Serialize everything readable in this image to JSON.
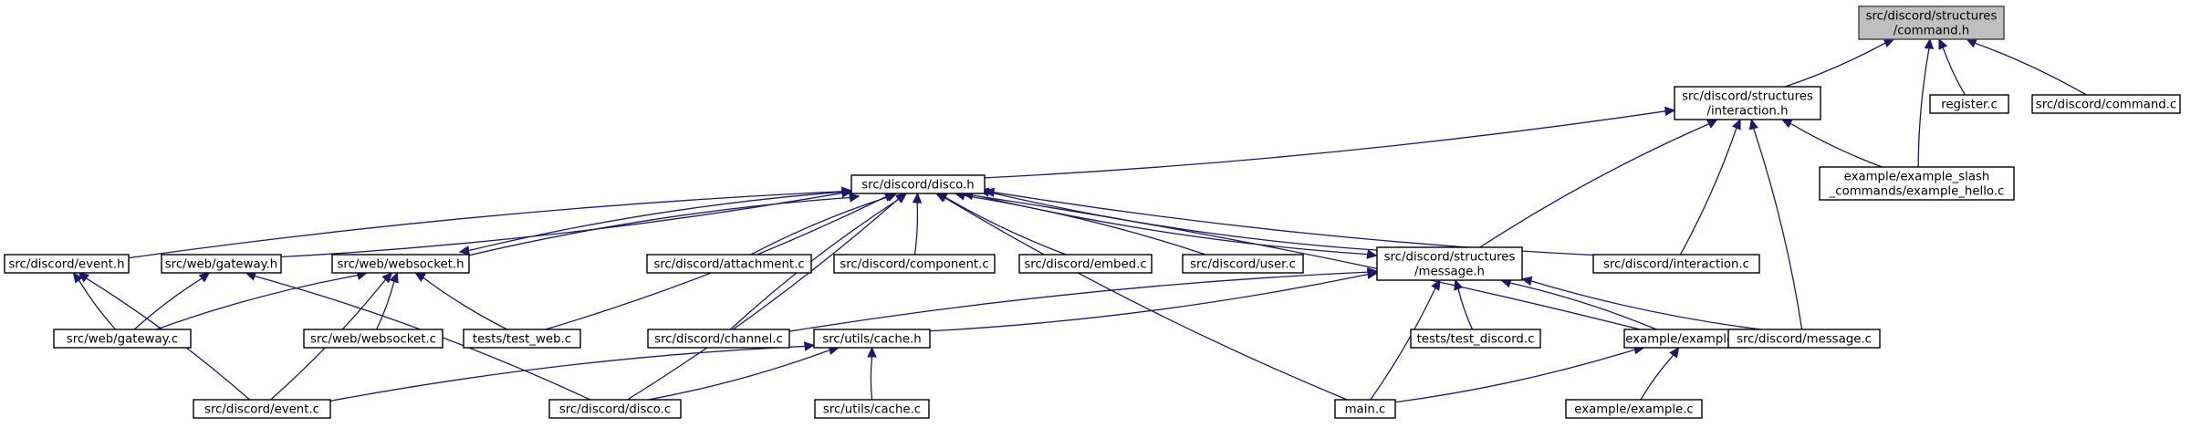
{
  "graph": {
    "colors": {
      "edge": "#191970",
      "root_fill": "#bfbfbf",
      "node_fill": "#ffffff",
      "node_border": "#000000"
    },
    "nodes": [
      {
        "id": "command_h",
        "lines": [
          "src/discord/structures",
          "/command.h"
        ],
        "root": true
      },
      {
        "id": "interaction_h",
        "lines": [
          "src/discord/structures",
          "/interaction.h"
        ]
      },
      {
        "id": "register_c",
        "lines": [
          "register.c"
        ]
      },
      {
        "id": "command_c",
        "lines": [
          "src/discord/command.c"
        ]
      },
      {
        "id": "example_hello_c",
        "lines": [
          "example/example_slash",
          "_commands/example_hello.c"
        ]
      },
      {
        "id": "disco_h",
        "lines": [
          "src/discord/disco.h"
        ]
      },
      {
        "id": "event_h",
        "lines": [
          "src/discord/event.h"
        ]
      },
      {
        "id": "gateway_h",
        "lines": [
          "src/web/gateway.h"
        ]
      },
      {
        "id": "websocket_h",
        "lines": [
          "src/web/websocket.h"
        ]
      },
      {
        "id": "attachment_c",
        "lines": [
          "src/discord/attachment.c"
        ]
      },
      {
        "id": "component_c",
        "lines": [
          "src/discord/component.c"
        ]
      },
      {
        "id": "embed_c",
        "lines": [
          "src/discord/embed.c"
        ]
      },
      {
        "id": "user_c",
        "lines": [
          "src/discord/user.c"
        ]
      },
      {
        "id": "message_h",
        "lines": [
          "src/discord/structures",
          "/message.h"
        ]
      },
      {
        "id": "interaction_c",
        "lines": [
          "src/discord/interaction.c"
        ]
      },
      {
        "id": "gateway_c",
        "lines": [
          "src/web/gateway.c"
        ]
      },
      {
        "id": "websocket_c",
        "lines": [
          "src/web/websocket.c"
        ]
      },
      {
        "id": "test_web_c",
        "lines": [
          "tests/test_web.c"
        ]
      },
      {
        "id": "channel_c",
        "lines": [
          "src/discord/channel.c"
        ]
      },
      {
        "id": "cache_h",
        "lines": [
          "src/utils/cache.h"
        ]
      },
      {
        "id": "test_discord_c",
        "lines": [
          "tests/test_discord.c"
        ]
      },
      {
        "id": "example_h",
        "lines": [
          "example/example.h"
        ]
      },
      {
        "id": "message_c",
        "lines": [
          "src/discord/message.c"
        ]
      },
      {
        "id": "event_c",
        "lines": [
          "src/discord/event.c"
        ]
      },
      {
        "id": "disco_c",
        "lines": [
          "src/discord/disco.c"
        ]
      },
      {
        "id": "cache_c",
        "lines": [
          "src/utils/cache.c"
        ]
      },
      {
        "id": "main_c",
        "lines": [
          "main.c"
        ]
      },
      {
        "id": "example_c",
        "lines": [
          "example/example.c"
        ]
      }
    ],
    "edges": [
      [
        "interaction_h",
        "command_h"
      ],
      [
        "register_c",
        "command_h"
      ],
      [
        "command_c",
        "command_h"
      ],
      [
        "example_hello_c",
        "command_h"
      ],
      [
        "disco_h",
        "interaction_h"
      ],
      [
        "message_h",
        "interaction_h"
      ],
      [
        "interaction_c",
        "interaction_h"
      ],
      [
        "example_hello_c",
        "interaction_h"
      ],
      [
        "message_c",
        "interaction_h"
      ],
      [
        "event_h",
        "disco_h"
      ],
      [
        "gateway_h",
        "disco_h"
      ],
      [
        "websocket_h",
        "disco_h"
      ],
      [
        "disco_h",
        "websocket_h"
      ],
      [
        "attachment_c",
        "disco_h"
      ],
      [
        "component_c",
        "disco_h"
      ],
      [
        "embed_c",
        "disco_h"
      ],
      [
        "user_c",
        "disco_h"
      ],
      [
        "message_h",
        "disco_h"
      ],
      [
        "disco_h",
        "message_h"
      ],
      [
        "interaction_c",
        "disco_h"
      ],
      [
        "test_web_c",
        "disco_h"
      ],
      [
        "channel_c",
        "disco_h"
      ],
      [
        "disco_c",
        "disco_h"
      ],
      [
        "main_c",
        "disco_h"
      ],
      [
        "example_h",
        "disco_h"
      ],
      [
        "gateway_c",
        "event_h"
      ],
      [
        "event_c",
        "event_h"
      ],
      [
        "gateway_c",
        "gateway_h"
      ],
      [
        "disco_c",
        "gateway_h"
      ],
      [
        "gateway_c",
        "websocket_h"
      ],
      [
        "websocket_c",
        "websocket_h"
      ],
      [
        "test_web_c",
        "websocket_h"
      ],
      [
        "event_c",
        "websocket_h"
      ],
      [
        "channel_c",
        "message_h"
      ],
      [
        "cache_h",
        "message_h"
      ],
      [
        "test_discord_c",
        "message_h"
      ],
      [
        "example_h",
        "message_h"
      ],
      [
        "message_c",
        "message_h"
      ],
      [
        "main_c",
        "message_h"
      ],
      [
        "event_c",
        "cache_h"
      ],
      [
        "disco_c",
        "cache_h"
      ],
      [
        "cache_c",
        "cache_h"
      ],
      [
        "main_c",
        "example_h"
      ],
      [
        "example_c",
        "example_h"
      ]
    ]
  }
}
